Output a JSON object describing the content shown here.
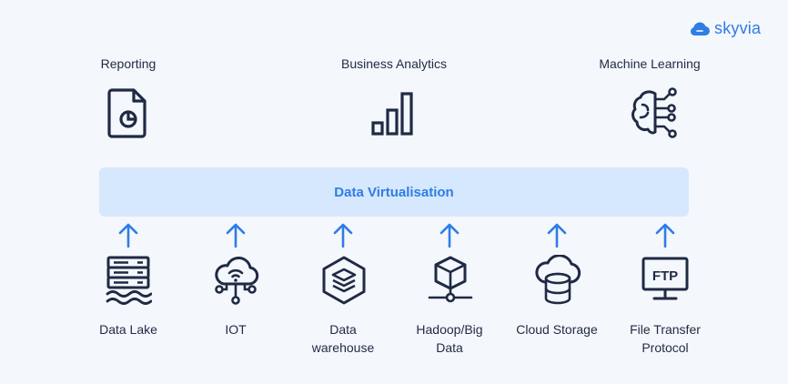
{
  "brand": {
    "logo_text": "skyvia",
    "accent_color": "#2e7de6",
    "icon_color": "#1f2a44"
  },
  "consumers": [
    {
      "label": "Reporting",
      "icon": "report-document-icon"
    },
    {
      "label": "Business Analytics",
      "icon": "bar-chart-icon"
    },
    {
      "label": "Machine Learning",
      "icon": "brain-circuit-icon"
    }
  ],
  "layer": {
    "label": "Data Virtualisation",
    "band_color": "#d6e8fd"
  },
  "sources": [
    {
      "label_line1": "Data Lake",
      "label_line2": "",
      "icon": "data-lake-server-icon"
    },
    {
      "label_line1": "IOT",
      "label_line2": "",
      "icon": "iot-cloud-icon"
    },
    {
      "label_line1": "Data",
      "label_line2": "warehouse",
      "icon": "data-warehouse-layers-icon"
    },
    {
      "label_line1": "Hadoop/Big",
      "label_line2": "Data",
      "icon": "hadoop-cube-icon"
    },
    {
      "label_line1": "Cloud Storage",
      "label_line2": "",
      "icon": "cloud-storage-icon"
    },
    {
      "label_line1": "File Transfer",
      "label_line2": "Protocol",
      "icon": "ftp-monitor-icon",
      "icon_text": "FTP"
    }
  ]
}
